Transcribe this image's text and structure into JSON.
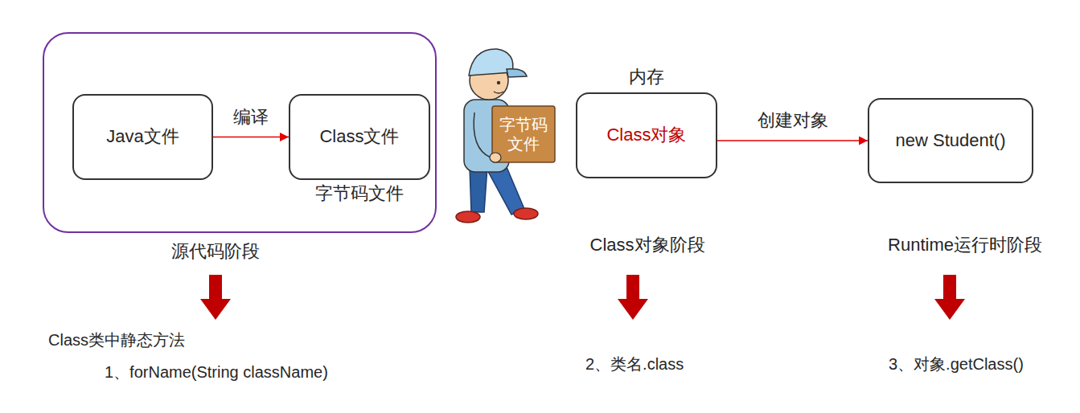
{
  "diagram": {
    "nodes": [
      {
        "text": [
          "源代码阶段"
        ]
      },
      {
        "text": [
          "Java文件"
        ],
        "in": 0
      },
      {
        "text": [
          "Class文件",
          "字节码文件"
        ],
        "in": 0
      },
      {
        "text": [
          "内存",
          "Class对象"
        ]
      },
      {
        "text": [
          "new Student()"
        ]
      }
    ],
    "edges": [
      {
        "from": 1,
        "to": 2,
        "label": "编译",
        "arrow": "to"
      },
      {
        "from": 3,
        "to": 4,
        "label": "创建对象",
        "arrow": "to"
      }
    ],
    "labels": [
      "字节码文件",
      "Class对象阶段",
      "Runtime运行时阶段",
      "Class类中静态方法",
      "1、forName(String className)",
      "2、类名.class",
      "3、对象.getClass()"
    ]
  }
}
